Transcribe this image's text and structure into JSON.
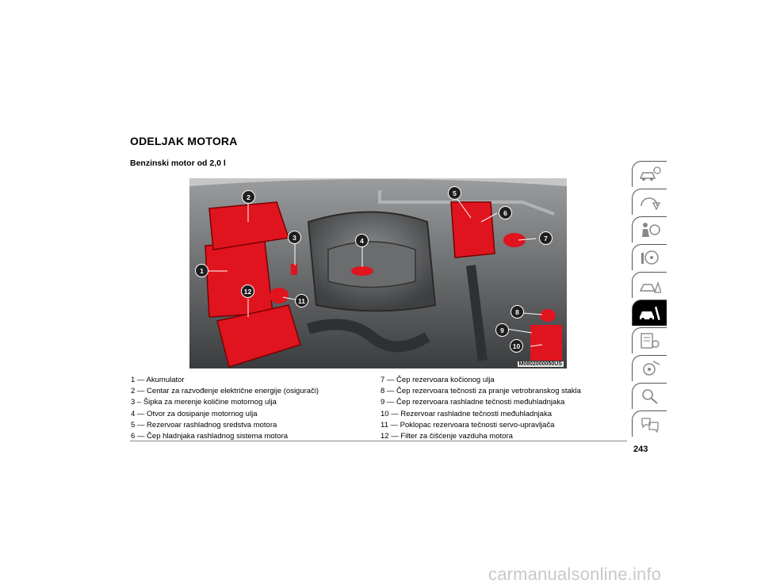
{
  "page": {
    "heading": "ODELJAK MOTORA",
    "subheading": "Benzinski motor od 2,0 l",
    "page_number": "243",
    "watermark": "carmanualsonline.info"
  },
  "figure": {
    "image_code": "M0802000050US",
    "callouts": [
      "1",
      "2",
      "3",
      "4",
      "5",
      "6",
      "7",
      "8",
      "9",
      "10",
      "11",
      "12"
    ],
    "highlight_color": "#e0141e"
  },
  "legend": {
    "left": [
      "1 — Akumulator",
      "2 — Centar za razvođenje električne energije (osigurači)",
      "3 – Šipka za merenje količine motornog ulja",
      "4 — Otvor za dosipanje motornog ulja",
      "5 — Rezervoar rashladnog sredstva motora",
      "6 — Čep hladnjaka rashladnog sistema motora"
    ],
    "right": [
      "7 — Čep rezervoara kočionog ulja",
      "8 — Čep rezervoara tečnosti za pranje vetrobranskog stakla",
      "9 — Čep rezervoara rashladne tečnosti međuhladnjaka",
      "10 — Rezervoar rashladne tečnosti međuhladnjaka",
      "11 — Poklopac rezervoara tečnosti servo-upravljača",
      "12 — Filter za čišćenje vazduha motora"
    ]
  },
  "side_tabs": [
    {
      "icon": "car-info-icon",
      "active": false
    },
    {
      "icon": "dashboard-warning-icon",
      "active": false
    },
    {
      "icon": "airbag-safety-icon",
      "active": false
    },
    {
      "icon": "steering-wheel-icon",
      "active": false
    },
    {
      "icon": "roadside-emergency-icon",
      "active": false
    },
    {
      "icon": "car-service-tools-icon",
      "active": true
    },
    {
      "icon": "maintenance-checklist-icon",
      "active": false
    },
    {
      "icon": "multimedia-icon",
      "active": false
    },
    {
      "icon": "magnifier-index-icon",
      "active": false
    },
    {
      "icon": "language-icon",
      "active": false
    }
  ]
}
